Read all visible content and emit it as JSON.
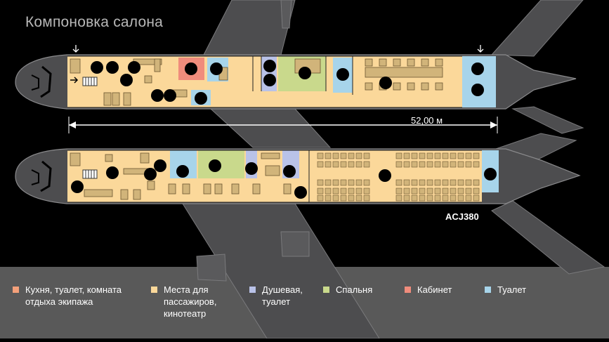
{
  "title": "Компоновка салона",
  "dimension_label": "52,00 м",
  "model_label": "ACJ380",
  "colors": {
    "background": "#000000",
    "fuselage": "#4d4d4f",
    "fuselage_edge": "#8a8a8c",
    "legend_band": "#595959",
    "crew": "#f4a07a",
    "passenger": "#fbd89a",
    "shower": "#b9c2e8",
    "bedroom": "#c9d98c",
    "office": "#f08c7c",
    "toilet": "#a7d4ea"
  },
  "legend": [
    {
      "label": "Кухня, туалет, комната\nотдыха экипажа",
      "color": "#f4a07a"
    },
    {
      "label": "Места для\nпассажиров,\nкинотеатр",
      "color": "#fbd89a"
    },
    {
      "label": "Душевая,\nтуалет",
      "color": "#b9c2e8"
    },
    {
      "label": "Спальня",
      "color": "#c9d98c"
    },
    {
      "label": "Кабинет",
      "color": "#f08c7c"
    },
    {
      "label": "Туалет",
      "color": "#a7d4ea"
    }
  ]
}
